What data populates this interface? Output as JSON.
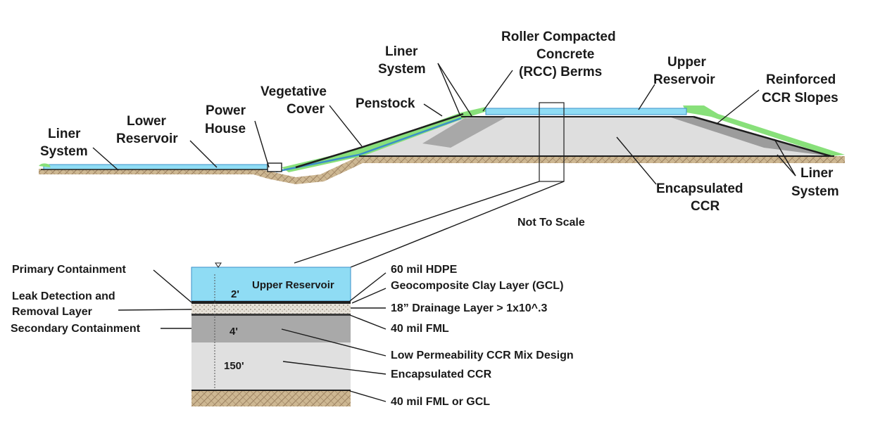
{
  "colors": {
    "water": "#8fdcf4",
    "water_edge": "#3b8fc9",
    "vegetation": "#88e07a",
    "fill_light": "#dedede",
    "fill_dark": "#9c9c9c",
    "soil": "#c9b28e",
    "liner": "#1e1e1e"
  },
  "profile": {
    "liner_system_left": [
      "Liner",
      "System"
    ],
    "lower_reservoir": [
      "Lower",
      "Reservoir"
    ],
    "power_house": [
      "Power",
      "House"
    ],
    "vegetative_cover": [
      "Vegetative",
      "Cover"
    ],
    "penstock": "Penstock",
    "liner_system_top": [
      "Liner",
      "System"
    ],
    "rcc_berms": [
      "Roller Compacted",
      "Concrete",
      "(RCC) Berms"
    ],
    "upper_reservoir": [
      "Upper",
      "Reservoir"
    ],
    "reinforced_slopes": [
      "Reinforced",
      "CCR Slopes"
    ],
    "encapsulated_ccr": [
      "Encapsulated",
      "CCR"
    ],
    "liner_system_right": [
      "Liner",
      "System"
    ],
    "not_to_scale": "Not To Scale"
  },
  "detail": {
    "left_labels": {
      "primary": "Primary Containment",
      "leak_1": "Leak Detection and",
      "leak_2": "Removal Layer",
      "secondary": "Secondary  Containment"
    },
    "dims": {
      "water": "2'",
      "low_perm": "4'",
      "ccr": "150'"
    },
    "reservoir_label": "Upper Reservoir",
    "right_labels": {
      "hdpe": "60 mil HDPE",
      "gcl": "Geocomposite Clay Layer (GCL)",
      "drainage": "18” Drainage Layer > 1x10^.3",
      "fml": "40 mil FML",
      "low_perm": "Low Permeability CCR Mix Design",
      "encap": "Encapsulated CCR",
      "bottom": "40 mil FML or GCL"
    }
  }
}
